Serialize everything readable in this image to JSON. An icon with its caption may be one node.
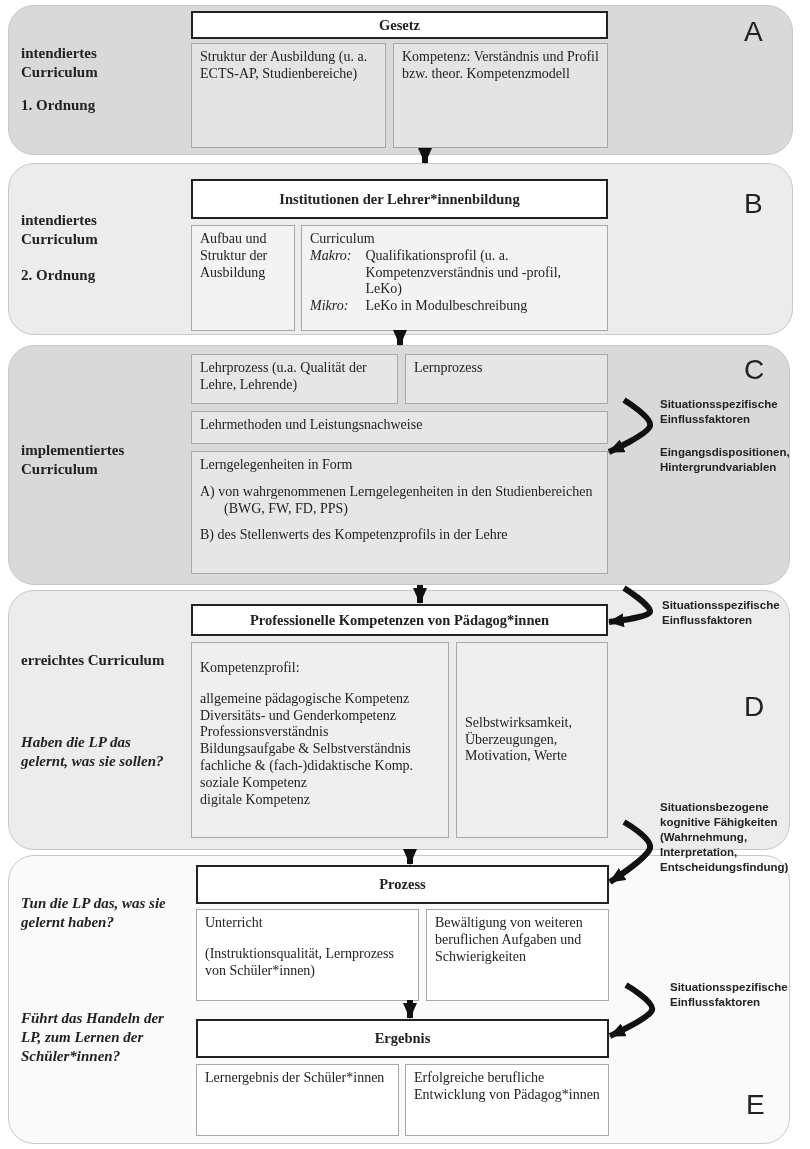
{
  "diagram": {
    "nodes": [
      {
        "text": [
          "intendiertes Curriculum",
          "1. Ordnung",
          "A"
        ]
      },
      {
        "text": [
          "Gesetz"
        ],
        "in": 0
      },
      {
        "text": [
          "Struktur der Ausbildung (u. a. ECTS-AP, Studienbereiche)"
        ],
        "in": 0
      },
      {
        "text": [
          "Kompetenz: Verständnis und Profil bzw. theor. Kompetenzmodell"
        ],
        "in": 0
      },
      {
        "text": [
          "intendiertes Curriculum",
          "2. Ordnung",
          "B"
        ]
      },
      {
        "text": [
          "Institutionen der Lehrer*innenbildung"
        ],
        "in": 4
      },
      {
        "text": [
          "Aufbau und Struktur der Ausbildung"
        ],
        "in": 4
      },
      {
        "text": [
          "Curriculum",
          "Makro:",
          "Qualifikationsprofil (u. a. Kompetenzverständnis und -profil, LeKo)",
          "Mikro:",
          "LeKo in Modulbeschreibung"
        ],
        "in": 4
      },
      {
        "text": [
          "implementiertes Curriculum",
          "C"
        ]
      },
      {
        "text": [
          "Lehrprozess (u.a. Qualität der Lehre, Lehrende)"
        ],
        "in": 8
      },
      {
        "text": [
          "Lernprozess"
        ],
        "in": 8
      },
      {
        "text": [
          "Lehrmethoden und Leistungsnachweise"
        ],
        "in": 8
      },
      {
        "text": [
          "Lerngelegenheiten in Form",
          "A) von wahrgenommenen Lerngelegenheiten in den Studienbereichen (BWG, FW, FD, PPS)",
          "B) des Stellenwerts des Kompetenzprofils in der Lehre"
        ],
        "in": 8
      },
      {
        "text": [
          "erreichtes Curriculum",
          "Haben die LP das gelernt, was sie sollen?",
          "D"
        ]
      },
      {
        "text": [
          "Professionelle Kompetenzen von Pädagog*innen"
        ],
        "in": 13
      },
      {
        "text": [
          "Kompetenzprofil:",
          "allgemeine pädagogische Kompetenz",
          "Diversitäts- und Genderkompetenz",
          "Professionsverständnis",
          "Bildungsaufgabe & Selbstverständnis",
          "fachliche & (fach-)didaktische Komp.",
          "soziale Kompetenz",
          "digitale Kompetenz"
        ],
        "in": 13
      },
      {
        "text": [
          "Selbstwirksamkeit, Überzeugungen, Motivation, Werte"
        ],
        "in": 13
      },
      {
        "text": [
          "Tun die LP das, was sie gelernt haben?",
          "Führt das Handeln der LP, zum Lernen der Schüler*innen?",
          "E"
        ]
      },
      {
        "text": [
          "Prozess"
        ],
        "in": 17
      },
      {
        "text": [
          "Unterricht",
          "(Instruktionsqualität, Lernprozess von Schüler*innen)"
        ],
        "in": 17
      },
      {
        "text": [
          "Bewältigung von weiteren beruflichen Aufgaben und Schwierigkeiten"
        ],
        "in": 17
      },
      {
        "text": [
          "Ergebnis"
        ],
        "in": 17
      },
      {
        "text": [
          "Lernergebnis der Schüler*innen"
        ],
        "in": 17
      },
      {
        "text": [
          "Erfolgreiche berufliche Entwicklung von Pädagog*innen"
        ],
        "in": 17
      }
    ],
    "edges": [
      {
        "from": 0,
        "to": 4,
        "arrow": "to"
      },
      {
        "from": 4,
        "to": 8,
        "arrow": "to"
      },
      {
        "from": 8,
        "to": 14,
        "arrow": "to"
      },
      {
        "from": 13,
        "to": 18,
        "arrow": "to"
      },
      {
        "from": 19,
        "to": 21,
        "arrow": "to"
      },
      {
        "from": null,
        "to": 12,
        "arrow": "to"
      },
      {
        "from": null,
        "to": 14,
        "arrow": "to"
      },
      {
        "from": null,
        "to": 18,
        "arrow": "to"
      },
      {
        "from": null,
        "to": 21,
        "arrow": "to"
      }
    ],
    "labels": [
      "Situationsspezifische Einflussfaktoren",
      "Eingangsdispositionen, Hintergrundvariablen",
      "Situationsspezifische Einflussfaktoren",
      "Situationsbezogene kognitive Fähigkeiten (Wahrnehmung, Interpretation, Entscheidungsfindung)",
      "Situationsspezifische Einflussfaktoren"
    ]
  }
}
